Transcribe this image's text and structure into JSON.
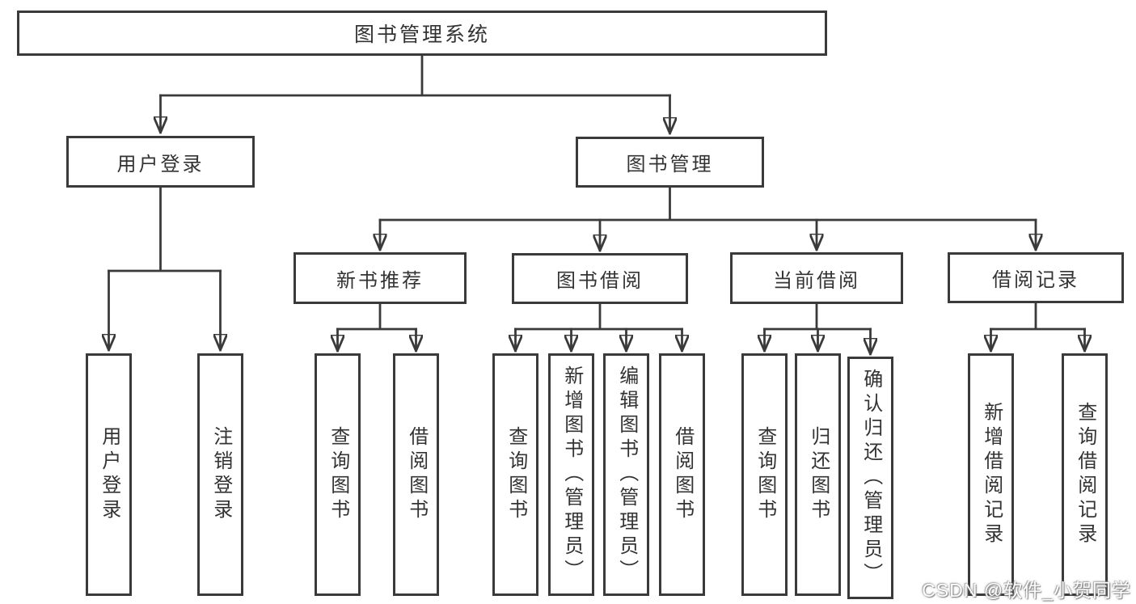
{
  "diagram": {
    "root": "图书管理系统",
    "branches": {
      "userLogin": {
        "label": "用户登录",
        "children": [
          "用户登录",
          "注销登录"
        ]
      },
      "bookMgmt": {
        "label": "图书管理",
        "sections": {
          "newBookRec": {
            "label": "新书推荐",
            "children": [
              "查询图书",
              "借阅图书"
            ]
          },
          "bookBorrow": {
            "label": "图书借阅",
            "children": [
              "查询图书",
              "新增图书（管理员）",
              "编辑图书（管理员）",
              "借阅图书"
            ]
          },
          "currentBorrow": {
            "label": "当前借阅",
            "children": [
              "查询图书",
              "归还图书",
              "确认归还（管理员）"
            ]
          },
          "borrowRecords": {
            "label": "借阅记录",
            "children": [
              "新增借阅记录",
              "查询借阅记录"
            ]
          }
        }
      }
    }
  },
  "watermark": "CSDN @软件_小贺同学",
  "colors": {
    "line": "#3a3a3a",
    "text": "#333333",
    "background": "#ffffff",
    "watermark": "#ffffff"
  }
}
